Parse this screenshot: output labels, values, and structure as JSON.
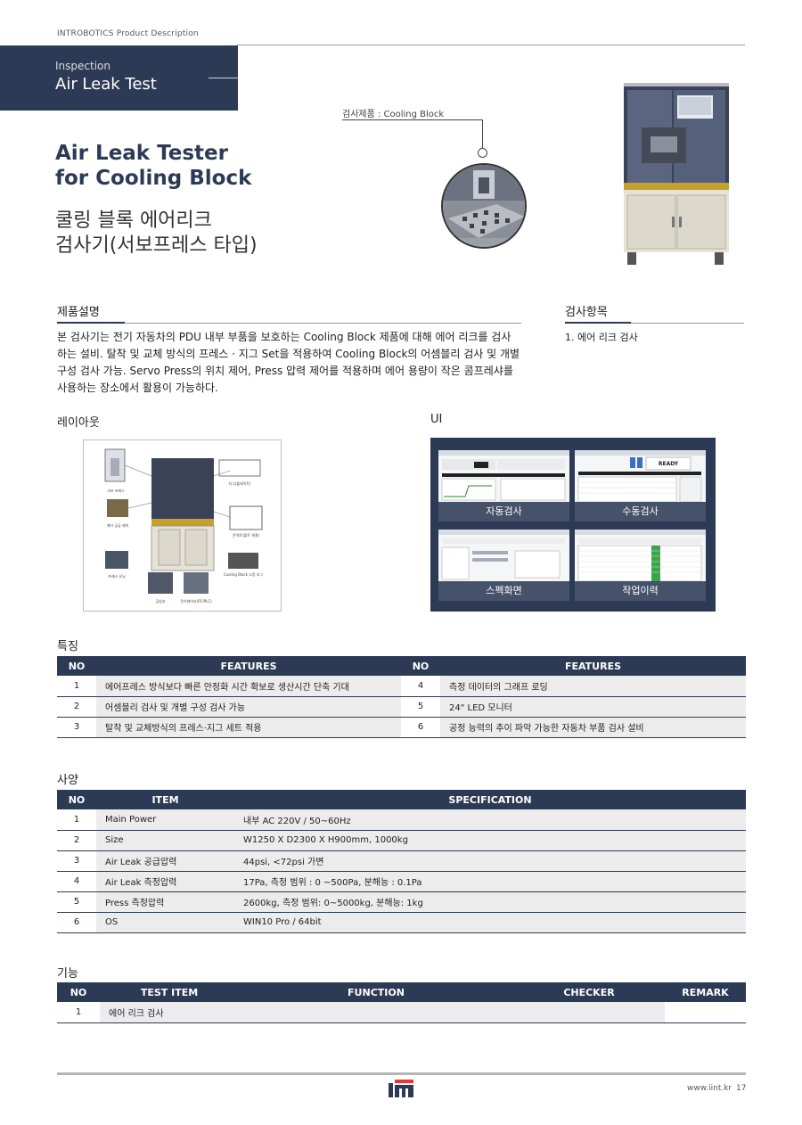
{
  "header": {
    "doc_label": "INTROBOTICS Product Description",
    "category_sub": "Inspection",
    "category_title": "Air Leak Test"
  },
  "title": {
    "en_line1": "Air Leak Tester",
    "en_line2": "for Cooling Block",
    "ko_line1": "쿨링 블록 에어리크",
    "ko_line2": "검사기(서보프레스 타입)"
  },
  "callout": {
    "label": "검사제품 : Cooling Block"
  },
  "description": {
    "heading": "제품설명",
    "text": "본 검사기는 전기 자동차의 PDU 내부 부품을 보호하는 Cooling Block 제품에 대해 에어 리크를 검사하는 설비. 탈착 및 교체 방식의 프레스 · 지그 Set을 적용하여 Cooling Block의 어셈블리 검사 및 개별 구성 검사 가능. Servo Press의 위치 제어, Press 압력 제어를 적용하며 에어 용량이 작은 콤프레샤를 사용하는 장소에서 활용이 가능하다."
  },
  "inspection_items": {
    "heading": "검사항목",
    "items": [
      "1. 에어 리크 검사"
    ]
  },
  "layout": {
    "heading": "레이아웃",
    "labels": [
      "서보 프레스",
      "에어 공급 제어",
      "프레스 유닛",
      "공압부",
      "전기제어부(PC/PLC)",
      "지그(플레이트)",
      "콘넥트(볼트 체결)",
      "Cooling Block 고정 지그"
    ]
  },
  "ui": {
    "heading": "UI",
    "tiles": [
      "자동검사",
      "수동검사",
      "스펙화면",
      "작업이력"
    ],
    "ready_text": "READY"
  },
  "features": {
    "heading": "특징",
    "col_no": "NO",
    "col_features": "FEATURES",
    "rows": [
      {
        "no_l": "1",
        "text_l": "에어프레스 방식보다 빠른 안정화 시간 확보로 생산시간 단축 기대",
        "no_r": "4",
        "text_r": "측정 데이터의 그래프 로딩"
      },
      {
        "no_l": "2",
        "text_l": "어셈블리 검사 및 개별 구성 검사 가능",
        "no_r": "5",
        "text_r": "24\" LED 모니터"
      },
      {
        "no_l": "3",
        "text_l": "탈착 및 교체방식의 프레스·지그 세트 적용",
        "no_r": "6",
        "text_r": "공정 능력의 추이 파악 가능한 자동차 부품 검사 설비"
      }
    ]
  },
  "specs": {
    "heading": "사양",
    "col_no": "NO",
    "col_item": "ITEM",
    "col_spec": "SPECIFICATION",
    "rows": [
      {
        "no": "1",
        "item": "Main Power",
        "spec": "내부 AC 220V / 50~60Hz"
      },
      {
        "no": "2",
        "item": "Size",
        "spec": "W1250 X D2300 X H900mm, 1000kg"
      },
      {
        "no": "3",
        "item": "Air Leak 공급압력",
        "spec": "44psi, <72psi 가변"
      },
      {
        "no": "4",
        "item": "Air Leak 측정압력",
        "spec": "17Pa, 측정 범위 : 0 ~500Pa, 분해능 : 0.1Pa"
      },
      {
        "no": "5",
        "item": "Press 측정압력",
        "spec": "2600kg, 측정 범위: 0~5000kg, 분해능: 1kg"
      },
      {
        "no": "6",
        "item": "OS",
        "spec": "WIN10 Pro / 64bit"
      }
    ]
  },
  "functions": {
    "heading": "기능",
    "col_no": "NO",
    "col_test": "TEST ITEM",
    "col_function": "FUNCTION",
    "col_checker": "CHECKER",
    "col_remark": "REMARK",
    "rows": [
      {
        "no": "1",
        "test": "에어 리크 검사",
        "function": "",
        "checker": "",
        "remark": ""
      }
    ]
  },
  "footer": {
    "url": "www.iint.kr",
    "page": "17"
  },
  "colors": {
    "navy": "#2d3a55",
    "gray_cell": "#ececec"
  }
}
